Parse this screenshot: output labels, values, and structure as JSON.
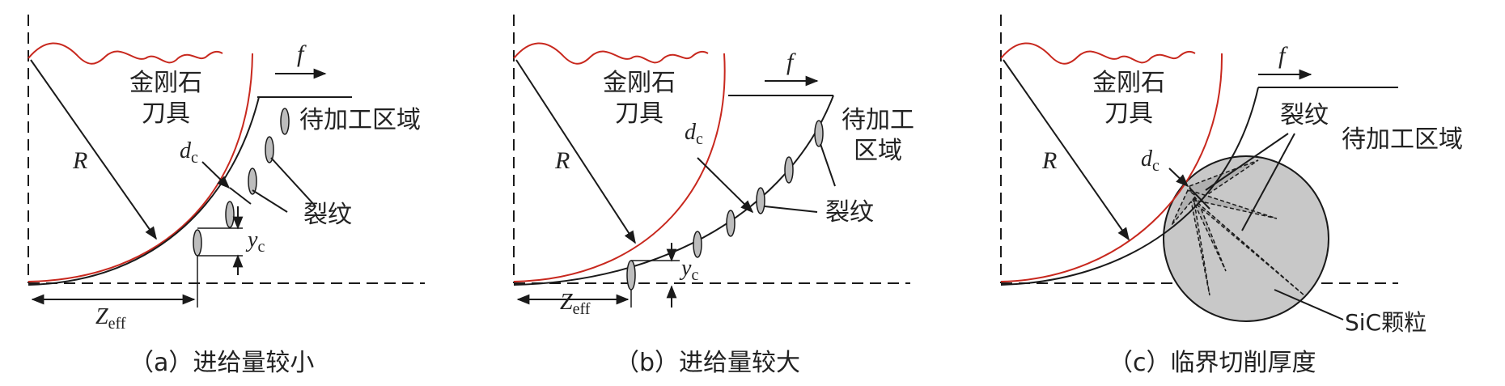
{
  "panels": [
    {
      "tool_label_line1": "金刚石",
      "tool_label_line2": "刀具",
      "feed_label": "f",
      "radius_label": "R",
      "dc_main": "d",
      "dc_sub": "c",
      "yc_main": "y",
      "yc_sub": "c",
      "zeff_main": "Z",
      "zeff_sub": "eff",
      "region_label": "待加工区域",
      "crack_label": "裂纹",
      "caption": "（a）进给量较小"
    },
    {
      "tool_label_line1": "金刚石",
      "tool_label_line2": "刀具",
      "feed_label": "f",
      "radius_label": "R",
      "dc_main": "d",
      "dc_sub": "c",
      "yc_main": "y",
      "yc_sub": "c",
      "zeff_main": "Z",
      "zeff_sub": "eff",
      "region_label_line1": "待加工",
      "region_label_line2": "区域",
      "crack_label": "裂纹",
      "caption": "（b）进给量较大"
    },
    {
      "tool_label_line1": "金刚石",
      "tool_label_line2": "刀具",
      "feed_label": "f",
      "radius_label": "R",
      "dc_main": "d",
      "dc_sub": "c",
      "crack_label": "裂纹",
      "region_label": "待加工区域",
      "particle_label": "SiC颗粒",
      "caption": "（c）临界切削厚度"
    }
  ],
  "colors": {
    "tool_edge": "#c8281e",
    "line": "#1a1a1a",
    "particle_fill": "#c8c8c8",
    "crack_fill": "#b8b8b8"
  }
}
